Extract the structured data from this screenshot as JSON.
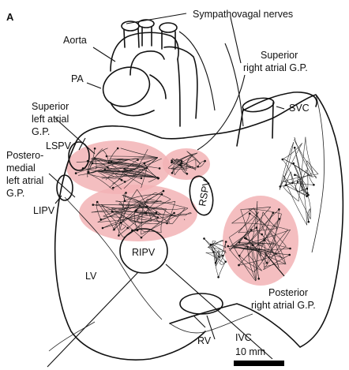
{
  "panel_letter": "A",
  "labels": {
    "sympathovagal": "Sympathovagal nerves",
    "aorta": "Aorta",
    "pa": "PA",
    "sup_left_gp_1": "Superior",
    "sup_left_gp_2": "left atrial",
    "sup_left_gp_3": "G.P.",
    "sup_right_gp_1": "Superior",
    "sup_right_gp_2": "right atrial G.P.",
    "svc": "SVC",
    "lspv": "LSPV",
    "pm_left_gp_1": "Postero-",
    "pm_left_gp_2": "medial",
    "pm_left_gp_3": "left atrial",
    "pm_left_gp_4": "G.P.",
    "lipv": "LIPV",
    "rspv": "RSPV",
    "ripv": "RIPV",
    "lv": "LV",
    "rv": "RV",
    "ivc": "IVC",
    "post_right_gp_1": "Posterior",
    "post_right_gp_2": "right atrial G.P.",
    "scale": "10 mm"
  },
  "colors": {
    "ganglionated_plexus": "#f2b3b5",
    "outline": "#111111"
  }
}
